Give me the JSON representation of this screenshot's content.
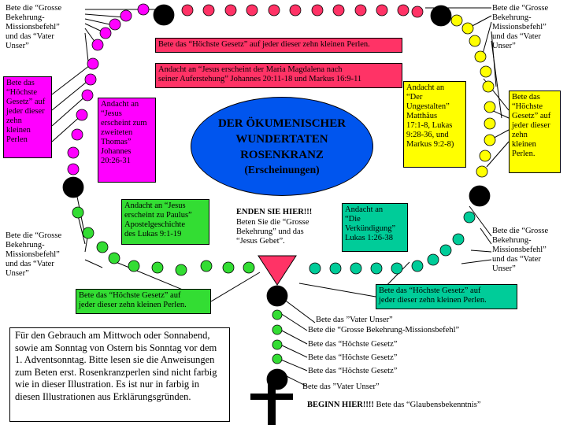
{
  "oval": {
    "title": "DER ÖKUMENISCHER\nWUNDERTATEN\nROSENKRANZ",
    "subtitle": "(Erscheinungen)"
  },
  "labels": {
    "top_left_prayer": "Bete die “Grosse\nBekehrung-\nMissionsbefehl”\nund das “Vater\nUnser”",
    "top_right_prayer": "Bete die “Grosse\nBekehrung-\nMissionsbefehl”\nund das “Vater\nUnser”",
    "mid_left_prayer": "Bete die “Grosse\nBekehrung-\nMissionsbefehl”\nund das “Vater\nUnser”",
    "mid_right_prayer": "Bete die “Grosse\nBekehrung-\nMissionsbefehl”\nund das “Vater\nUnser”",
    "top_hail": "Bete das “Höchste Gesetz” auf jeder dieser zehn kleinen Perlen.",
    "magdalena": "Andacht an “Jesus erscheint der Maria Magdalena nach\nseiner Auferstehung” Johannes 20:11-18 und Markus 16:9-11",
    "left_hail": "Bete das\n“Höchste\nGesetz” auf\njeder dieser\nzehn\nkleinen\nPerlen",
    "thomas": "Andacht an\n“Jesus\nerscheint zum\nzweiteten\nThomas”\nJohannes\n20:26-31",
    "verklaerung": "Andacht an\n“Der\nUngestalten”\nMatthäus\n17:1-8, Lukas\n9:28-36, und\nMarkus 9:2-8)",
    "right_hail": "Bete das\n“Höchste\nGesetz” auf\njeder dieser\nzehn\nkleinen\nPerlen.",
    "paulus": "Andacht an “Jesus\nerscheint zu Paulus”\nApostelgeschichte\ndes Lukas 9:1-19",
    "verkuendigung": "Andacht an\n“Die\nVerkündigung”\nLukas 1:26-38",
    "end_here": "ENDEN SIE HIER!!!",
    "end_text": "Beten Sie die “Grosse\nBekehrung” und das\n“Jesus Gebet”.",
    "bottom_left_hail": "Bete das “Höchste Gesetz” auf\njeder dieser zehn kleinen Perlen.",
    "bottom_right_hail": "Bete das “Höchste Gesetz” auf\njeder dieser zehn kleinen Perlen.",
    "stem_1": "Bete das ”Vater Unser”",
    "stem_2": "Bete die “Grosse Bekehrung-Missionsbefehl”",
    "stem_3": "Bete das “Höchste Gesetz”",
    "stem_4": "Bete das “Höchste Gesetz”",
    "stem_5": "Bete das “Höchste Gesetz”",
    "stem_6": "Bete das ”Vater Unser”",
    "begin_here": "BEGINN HIER!!!!",
    "begin_text": " Bete das “Glaubensbekenntnis”"
  },
  "usage_note": "Für den Gebrauch am Mittwoch oder Sonnabend, sowie am Sonntag von Ostern bis Sonntag vor dem 1. Adventsonntag.  Bitte lesen sie die Anweisungen zum Beten erst. Rosenkranzperlen sind nicht farbig wie in dieser Illustration.  Es ist nur in farbig in diesen Illustrationen aus Erklärungsgründen.",
  "colors": {
    "decade_top": "#ff3366",
    "decade_left": "#ff00ff",
    "decade_right": "#ffff00",
    "decade_bottom_left": "#33dd33",
    "decade_bottom_right": "#00cc99",
    "large_bead": "#000000",
    "center_triangle": "#ff3366",
    "oval": "#0055ee"
  }
}
